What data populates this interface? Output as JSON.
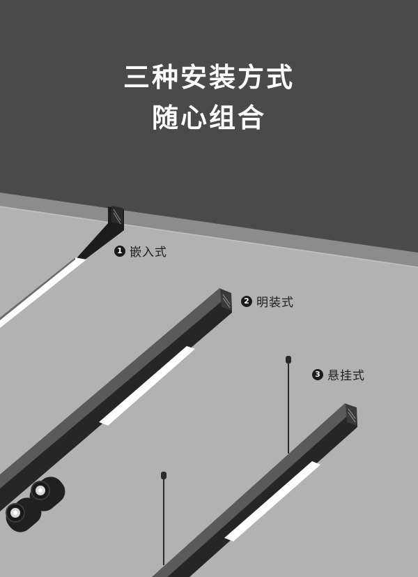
{
  "headline": {
    "line1": "三种安装方式",
    "line2": "随心组合"
  },
  "install_types": [
    {
      "number": "1",
      "label": "嵌入式"
    },
    {
      "number": "2",
      "label": "明装式"
    },
    {
      "number": "3",
      "label": "悬挂式"
    }
  ],
  "colors": {
    "wall": "#4a4a4a",
    "ceiling_edge": "#8c8c8c",
    "ceiling": "#b2b2b2",
    "track_body": "#555555",
    "track_dark": "#1c1c1c",
    "light_strip": "#ffffff"
  }
}
